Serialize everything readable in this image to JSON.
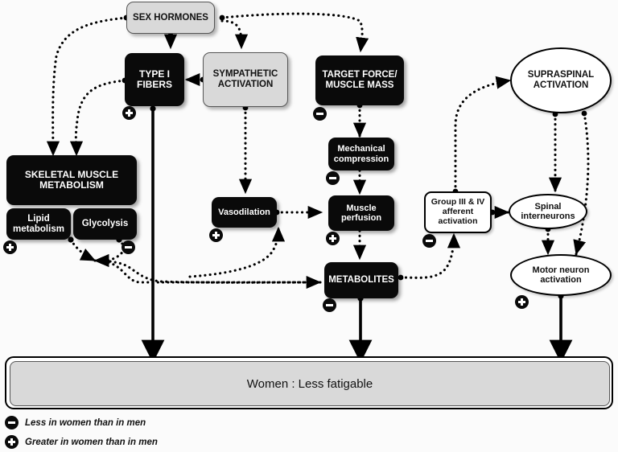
{
  "diagram": {
    "title": "Women : Less fatigable",
    "nodes": {
      "sex_hormones": "SEX HORMONES",
      "type_i_fibers": "TYPE I FIBERS",
      "sympathetic_activation": "SYMPATHETIC ACTIVATION",
      "target_force": "TARGET FORCE/ MUSCLE MASS",
      "supraspinal_activation": "SUPRASPINAL ACTIVATION",
      "skeletal_muscle_metabolism": "SKELETAL MUSCLE METABOLISM",
      "lipid_metabolism": "Lipid metabolism",
      "glycolysis": "Glycolysis",
      "mechanical_compression": "Mechanical compression",
      "vasodilation": "Vasodilation",
      "muscle_perfusion": "Muscle perfusion",
      "group_iii_iv": "Group III & IV afferent activation",
      "spinal_interneurons": "Spinal interneurons",
      "motor_neuron_activation": "Motor neuron activation",
      "metabolites": "METABOLITES",
      "outcome": "Women : Less fatigable"
    },
    "legend": [
      {
        "sign": "minus",
        "label": "Less in women than in men"
      },
      {
        "sign": "plus",
        "label": "Greater in women than in men"
      }
    ],
    "signs": [
      {
        "target": "type_i_fibers",
        "sign": "plus"
      },
      {
        "target": "target_force",
        "sign": "minus"
      },
      {
        "target": "mechanical_compression",
        "sign": "minus"
      },
      {
        "target": "vasodilation",
        "sign": "plus"
      },
      {
        "target": "muscle_perfusion",
        "sign": "plus"
      },
      {
        "target": "lipid_metabolism",
        "sign": "plus"
      },
      {
        "target": "glycolysis",
        "sign": "minus"
      },
      {
        "target": "metabolites",
        "sign": "minus"
      },
      {
        "target": "group_iii_iv",
        "sign": "minus"
      },
      {
        "target": "motor_neuron_activation",
        "sign": "plus"
      }
    ],
    "colors": {
      "black_node": "#0a0a0a",
      "grey_node": "#d9d9d9",
      "white_node": "#ffffff",
      "background": "#fbfbfb"
    }
  }
}
